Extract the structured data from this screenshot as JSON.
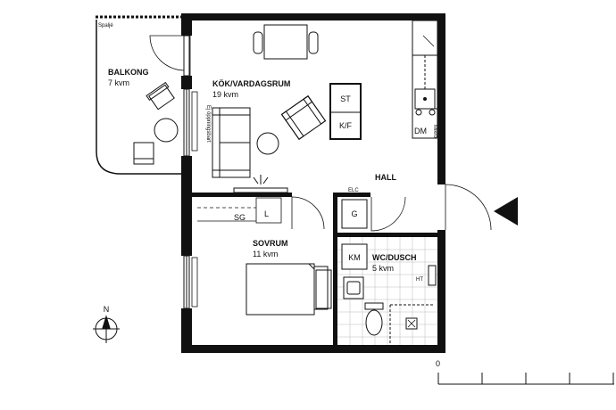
{
  "rooms": {
    "balkong": {
      "name": "BALKONG",
      "area": "7 kvm"
    },
    "kok": {
      "name": "KÖK/VARDAGSRUM",
      "area": "19 kvm"
    },
    "sovrum": {
      "name": "SOVRUM",
      "area": "11 kvm"
    },
    "hall": {
      "name": "HALL"
    },
    "wc": {
      "name": "WC/DUSCH",
      "area": "5 kvm"
    }
  },
  "labels": {
    "spalje": "Spaljé",
    "ej_oppningsbart": "Ej öppningsbart",
    "mikro": "Mikro",
    "st": "ST",
    "kf": "K/F",
    "dm": "DM",
    "sg": "SG",
    "l": "L",
    "elc": "ELC",
    "g": "G",
    "km": "KM",
    "ht": "HT"
  },
  "compass": {
    "north": "N"
  },
  "scale": {
    "zero": "0"
  }
}
